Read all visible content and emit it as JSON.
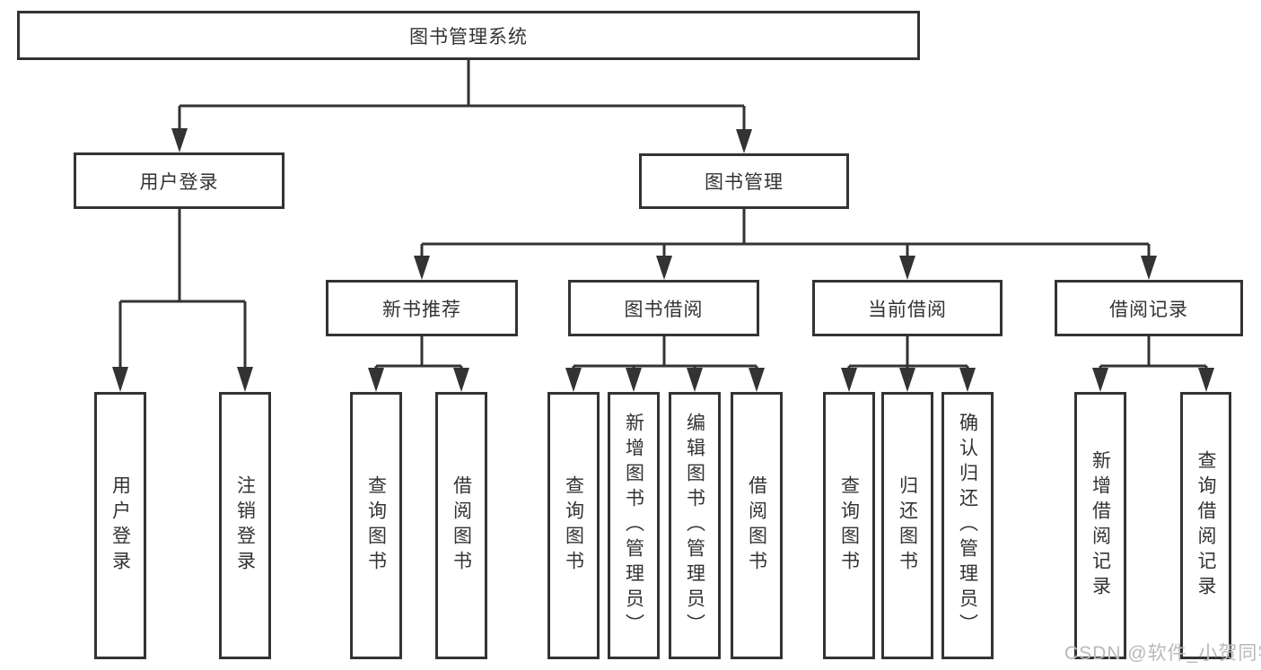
{
  "tree": {
    "label": "图书管理系统",
    "children": [
      {
        "label": "用户登录",
        "children": [
          {
            "label": "用户登录"
          },
          {
            "label": "注销登录"
          }
        ]
      },
      {
        "label": "图书管理",
        "children": [
          {
            "label": "新书推荐",
            "children": [
              {
                "label": "查询图书"
              },
              {
                "label": "借阅图书"
              }
            ]
          },
          {
            "label": "图书借阅",
            "children": [
              {
                "label": "查询图书"
              },
              {
                "label": "新增图书（管理员）"
              },
              {
                "label": "编辑图书（管理员）"
              },
              {
                "label": "借阅图书"
              }
            ]
          },
          {
            "label": "当前借阅",
            "children": [
              {
                "label": "查询图书"
              },
              {
                "label": "归还图书"
              },
              {
                "label": "确认归还（管理员）"
              }
            ]
          },
          {
            "label": "借阅记录",
            "children": [
              {
                "label": "新增借阅记录"
              },
              {
                "label": "查询借阅记录"
              }
            ]
          }
        ]
      }
    ]
  },
  "watermark": {
    "text": "CSDN @软件_小贺同学"
  },
  "colors": {
    "line": "#333333",
    "box_border": "#333333",
    "text": "#333333",
    "watermark": "#b9b9b9",
    "background": "#ffffff"
  }
}
